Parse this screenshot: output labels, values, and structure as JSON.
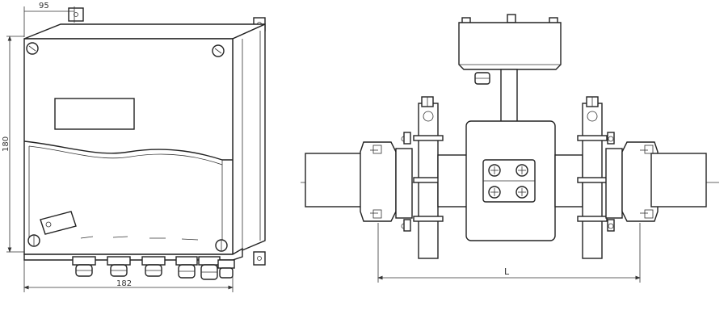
{
  "dimensions": {
    "top_width": "95",
    "height": "180",
    "bottom_width": "182",
    "length": "L"
  },
  "colors": {
    "line": "#222222",
    "background": "#ffffff"
  }
}
